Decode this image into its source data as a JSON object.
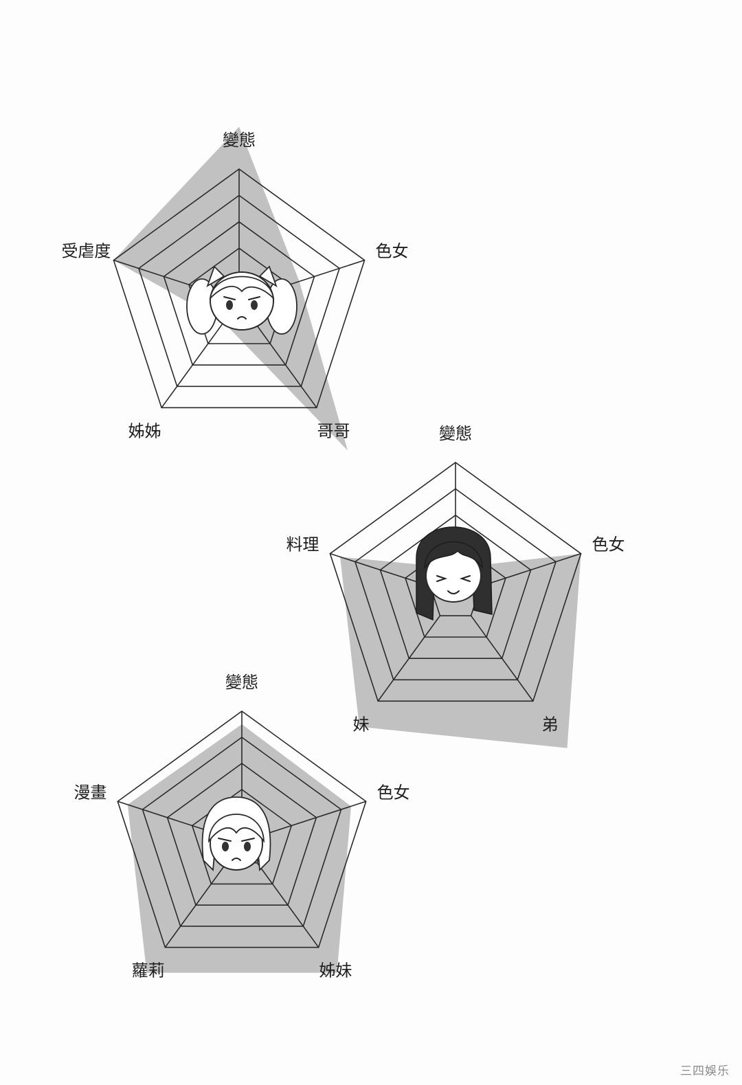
{
  "watermark": "三四娛乐",
  "chart_data": [
    {
      "type": "radar",
      "axes": [
        "變態",
        "色女",
        "哥哥",
        "姊姊",
        "受虐度"
      ],
      "levels": 5,
      "max": 5,
      "values": [
        6.6,
        2.4,
        7.0,
        1.0,
        5.0
      ]
    },
    {
      "type": "radar",
      "axes": [
        "變態",
        "色女",
        "弟",
        "妹",
        "料理"
      ],
      "levels": 5,
      "max": 5,
      "values": [
        1.0,
        5.0,
        7.2,
        6.2,
        4.6
      ]
    },
    {
      "type": "radar",
      "axes": [
        "變態",
        "色女",
        "姊妹",
        "蘿莉",
        "漫畫"
      ],
      "levels": 5,
      "max": 5,
      "values": [
        4.5,
        4.4,
        6.2,
        6.2,
        4.6
      ]
    }
  ],
  "colors": {
    "fill": "#9c9c9c",
    "line": "#2a2a2a"
  },
  "icons": [
    "twin-tail-girl-face-icon",
    "long-dark-hair-girl-face-icon",
    "bob-hair-girl-face-icon"
  ]
}
